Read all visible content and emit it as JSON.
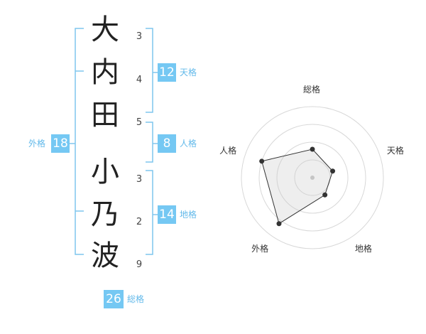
{
  "name": {
    "characters": [
      {
        "kanji": "大",
        "strokes": "3"
      },
      {
        "kanji": "内",
        "strokes": "4"
      },
      {
        "kanji": "田",
        "strokes": "5"
      },
      {
        "kanji": "小",
        "strokes": "3"
      },
      {
        "kanji": "乃",
        "strokes": "2"
      },
      {
        "kanji": "波",
        "strokes": "9"
      }
    ]
  },
  "grids": {
    "tenkaku": {
      "value": "12",
      "label": "天格"
    },
    "jinkaku": {
      "value": "8",
      "label": "人格"
    },
    "chikaku": {
      "value": "14",
      "label": "地格"
    },
    "gaikaku": {
      "value": "18",
      "label": "外格"
    },
    "soukaku": {
      "value": "26",
      "label": "総格"
    }
  },
  "colors": {
    "accent": "#75c8f3",
    "bracket": "#7fc6ee",
    "label": "#62b9ea"
  },
  "chart_data": {
    "type": "radar",
    "axes": [
      "総格",
      "天格",
      "地格",
      "外格",
      "人格"
    ],
    "values": [
      0.4,
      0.3,
      0.3,
      0.8,
      0.75
    ],
    "max": 1,
    "rings": 4
  }
}
